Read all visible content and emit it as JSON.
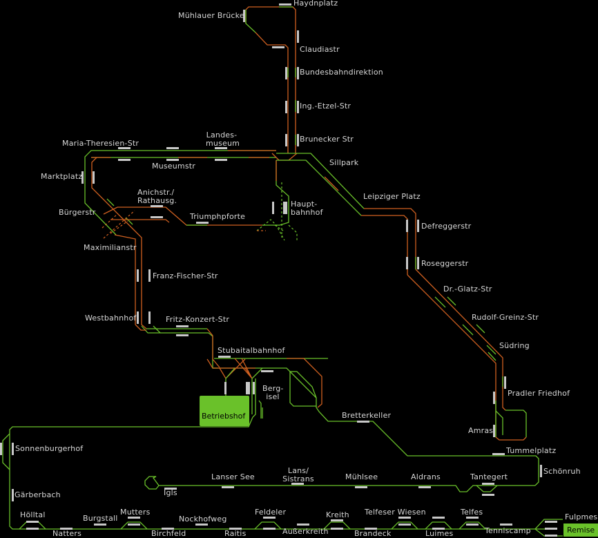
{
  "colors": {
    "background": "#000000",
    "track_active": "#6ac12a",
    "track_route": "#d06020",
    "platform": "#c8c8c8",
    "label": "#d8d8d8",
    "depot": "#6ac12a"
  },
  "stations": {
    "haydnplatz": "Haydnplatz",
    "muehlauer_bruecke": "Mühlauer Brücke",
    "claudiastr": "Claudiastr",
    "bundesbahndirektion": "Bundesbahndirektion",
    "ing_etzel_str": "Ing.-Etzel-Str",
    "brunecker_str": "Brunecker Str",
    "maria_theresien_str": "Maria-Theresien-Str",
    "landesmuseum_1": "Landes-",
    "landesmuseum_2": "museum",
    "museumstr": "Museumstr",
    "marktplatz": "Marktplatz",
    "sillpark": "Sillpark",
    "anichstr_1": "Anichstr./",
    "anichstr_2": "Rathausg.",
    "buergerstr": "Bürgerstr",
    "triumphpforte": "Triumphpforte",
    "hauptbahnhof_1": "Haupt-",
    "hauptbahnhof_2": "bahnhof",
    "leipziger_platz": "Leipziger Platz",
    "defreggerstr": "Defreggerstr",
    "maximilianstr": "Maximilianstr",
    "roseggerstr": "Roseggerstr",
    "franz_fischer_str": "Franz-Fischer-Str",
    "dr_glatz_str": "Dr.-Glatz-Str",
    "westbahnhof": "Westbahnhof",
    "fritz_konzert_str": "Fritz-Konzert-Str",
    "rudolf_greinz_str": "Rudolf-Greinz-Str",
    "suedring": "Südring",
    "stubaitalbahnhof": "Stubaitalbahnhof",
    "bergisel_1": "Berg-",
    "bergisel_2": "isel",
    "pradler_friedhof": "Pradler Friedhof",
    "bretterkeller": "Bretterkeller",
    "amras": "Amras",
    "sonnenburgerhof": "Sonnenburgerhof",
    "tummelplatz": "Tummelplatz",
    "schoenruh": "Schönruh",
    "lanser_see": "Lanser See",
    "lans_1": "Lans/",
    "lans_2": "Sistrans",
    "muehlsee": "Mühlsee",
    "aldrans": "Aldrans",
    "tantegert": "Tantegert",
    "igls": "Igls",
    "gaerberbach": "Gärberbach",
    "hoelltal": "Hölltal",
    "natters": "Natters",
    "burgstall": "Burgstall",
    "mutters": "Mutters",
    "birchfeld": "Birchfeld",
    "nockhofweg": "Nockhofweg",
    "raitis": "Raitis",
    "feldeler": "Feldeler",
    "ausserkreith": "Außerkreith",
    "kreith": "Kreith",
    "brandeck": "Brandeck",
    "telfeser_wiesen": "Telfeser Wiesen",
    "luimes": "Luimes",
    "telfes": "Telfes",
    "tenniscamp": "Tenniscamp",
    "fulpmes": "Fulpmes"
  },
  "depots": {
    "betriebshof": "Betriebshof",
    "remise": "Remise"
  }
}
